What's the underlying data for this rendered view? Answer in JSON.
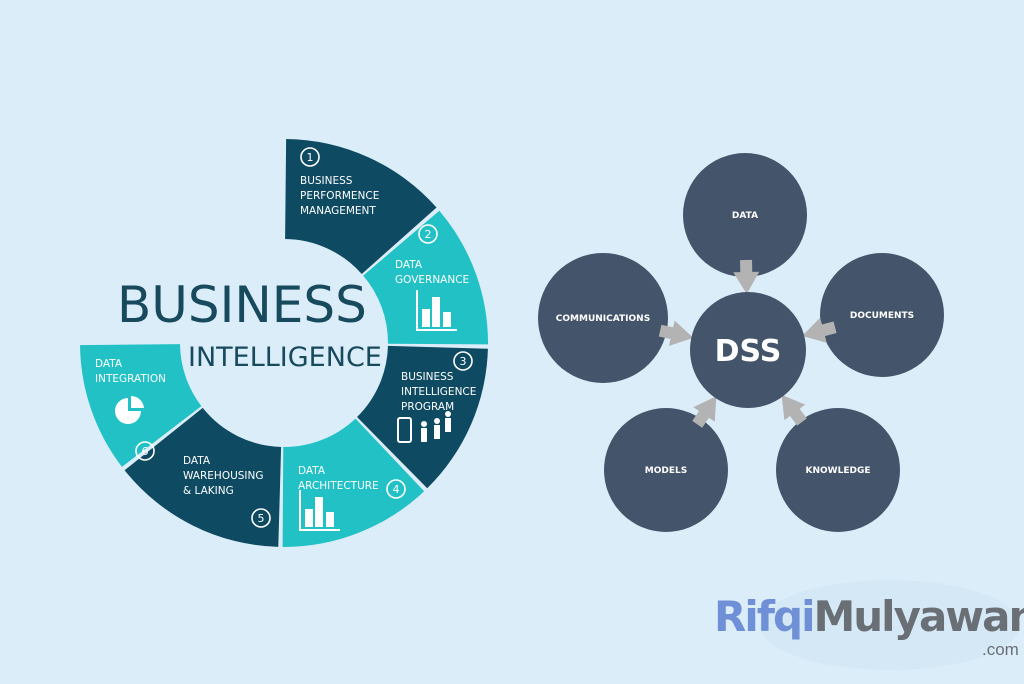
{
  "bi": {
    "title_line1": "BUSINESS",
    "title_line2": "INTELLIGENCE",
    "colors": {
      "dark": "#0e4a62",
      "teal": "#21c1c6",
      "title": "#184a5e"
    },
    "segments": [
      {
        "number": "1",
        "lines": [
          "BUSINESS",
          "PERFORMENCE",
          "MANAGEMENT"
        ],
        "color": "dark"
      },
      {
        "number": "2",
        "lines": [
          "DATA",
          "GOVERNANCE"
        ],
        "color": "teal",
        "icon": "bar-chart-icon"
      },
      {
        "number": "3",
        "lines": [
          "BUSINESS",
          "INTELLIGENCE",
          "PROGRAM"
        ],
        "color": "dark",
        "icon": "people-device-icon"
      },
      {
        "number": "4",
        "lines": [
          "DATA",
          "ARCHITECTURE"
        ],
        "color": "teal",
        "icon": "bar-chart-icon"
      },
      {
        "number": "5",
        "lines": [
          "DATA",
          "WAREHOUSING",
          "& LAKING"
        ],
        "color": "dark"
      },
      {
        "number": "6",
        "lines": [
          "DATA",
          "INTEGRATION"
        ],
        "color": "teal",
        "icon": "pie-chart-icon"
      }
    ]
  },
  "dss": {
    "center": "DSS",
    "nodes": [
      "DATA",
      "DOCUMENTS",
      "KNOWLEDGE",
      "MODELS",
      "COMMUNICATIONS"
    ],
    "colors": {
      "node": "#44546a",
      "arrow": "#b3b3b3"
    }
  },
  "watermark": {
    "part1": "Rifqi",
    "part2": "Mulyawan",
    "suffix": ".com"
  }
}
